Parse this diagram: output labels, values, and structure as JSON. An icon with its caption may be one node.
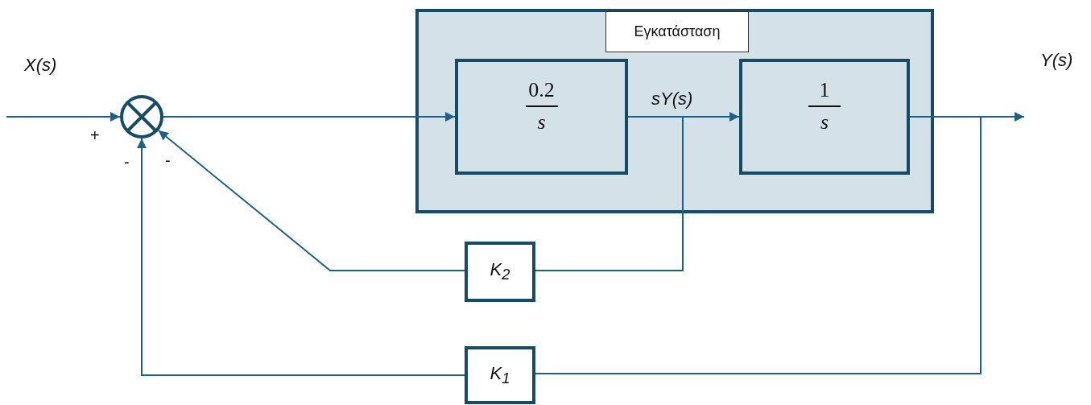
{
  "diagram": {
    "nodes": [
      {
        "text": [
          "Εγκατάσταση"
        ]
      },
      {
        "text": [
          "0.2",
          "s"
        ],
        "in": 0
      },
      {
        "text": [
          "1",
          "s"
        ],
        "in": 0
      },
      {
        "text": [],
        "shape": "circle"
      },
      {
        "text": [
          "K$_{2}$"
        ]
      },
      {
        "text": [
          "K$_{1}$"
        ]
      }
    ],
    "edges": [
      {
        "from": null,
        "to": 3,
        "arrow": "to",
        "label": "X(s)"
      },
      {
        "from": 3,
        "to": 1,
        "arrow": "to"
      },
      {
        "from": 1,
        "to": 2,
        "arrow": "to",
        "label": "sY(s)"
      },
      {
        "from": 2,
        "to": null,
        "arrow": "to",
        "label": "Y(s)"
      },
      {
        "from": 1,
        "to": 4,
        "arrow": "none"
      },
      {
        "from": 4,
        "to": 3,
        "arrow": "to"
      },
      {
        "from": 2,
        "to": 5,
        "arrow": "none"
      },
      {
        "from": 5,
        "to": 3,
        "arrow": "to"
      }
    ],
    "labels": [
      "+",
      "-",
      "-"
    ]
  }
}
